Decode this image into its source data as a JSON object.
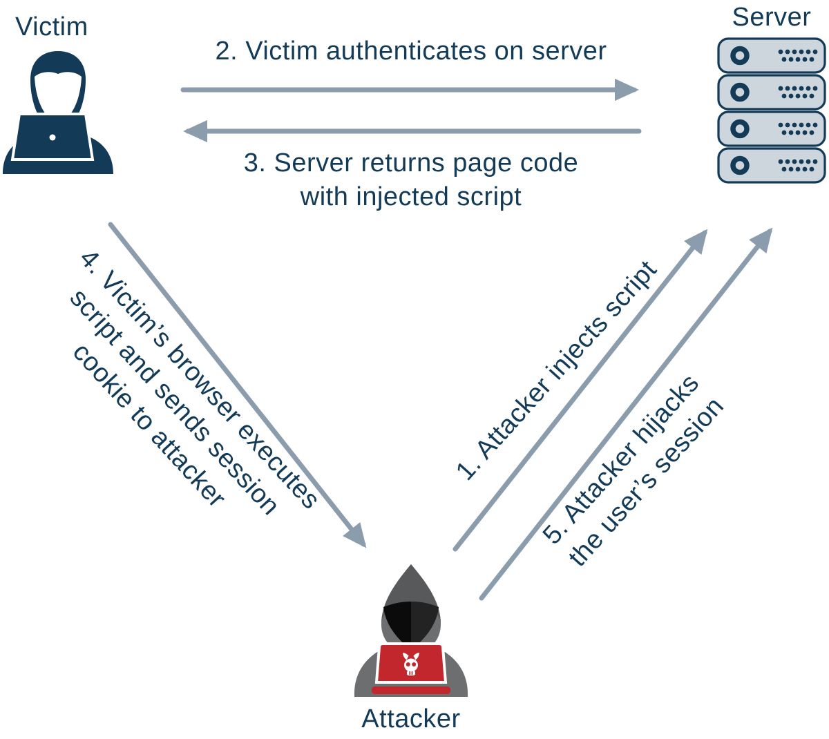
{
  "actors": {
    "victim": {
      "label": "Victim",
      "icon": "person-with-laptop-icon"
    },
    "server": {
      "label": "Server",
      "icon": "server-rack-icon"
    },
    "attacker": {
      "label": "Attacker",
      "icon": "hooded-hacker-icon",
      "laptop_icon": "devil-skull-icon"
    }
  },
  "flows": [
    {
      "id": 1,
      "from": "attacker",
      "to": "server",
      "label": "1. Attacker injects script",
      "lines": [
        "1. Attacker injects script"
      ]
    },
    {
      "id": 2,
      "from": "victim",
      "to": "server",
      "label": "2. Victim authenticates on server",
      "lines": [
        "2. Victim authenticates on server"
      ]
    },
    {
      "id": 3,
      "from": "server",
      "to": "victim",
      "label": "3. Server returns page code with injected script",
      "lines": [
        "3. Server returns page code",
        "with injected script"
      ]
    },
    {
      "id": 4,
      "from": "victim",
      "to": "attacker",
      "label": "4. Victim’s browser executes script and sends session cookie to attacker",
      "lines": [
        "4. Victim’s browser executes",
        "script and sends session",
        "cookie to attacker"
      ]
    },
    {
      "id": 5,
      "from": "attacker",
      "to": "server",
      "label": "5. Attacker hijacks the user’s session",
      "lines": [
        "5. Attacker hijacks",
        "the user’s session"
      ]
    }
  ],
  "colors": {
    "text_navy": "#133a56",
    "arrow_gray_blue": "#8b9dac",
    "server_fill": "#cdd6dc",
    "hood_gray": "#6d6e70",
    "face_black": "#0b0b0b",
    "laptop_red": "#c1272d",
    "white": "#ffffff"
  }
}
